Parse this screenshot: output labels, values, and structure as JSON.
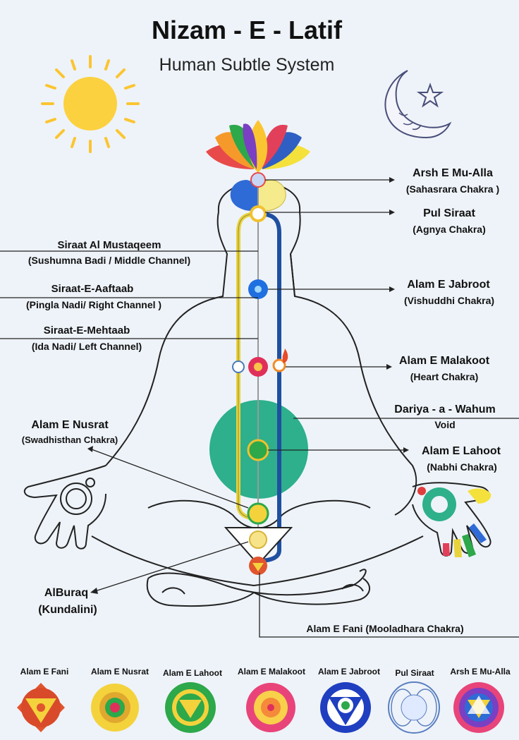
{
  "title": "Nizam - E - Latif",
  "subtitle": "Human Subtle System",
  "labels_right": {
    "arsh": {
      "name": "Arsh E Mu-Alla",
      "sub": "(Sahasrara Chakra )"
    },
    "pul": {
      "name": "Pul Siraat",
      "sub": "(Agnya Chakra)"
    },
    "jabroot": {
      "name": "Alam E Jabroot",
      "sub": "(Vishuddhi Chakra)"
    },
    "malakoot": {
      "name": "Alam E Malakoot",
      "sub": "(Heart Chakra)"
    },
    "dariya": {
      "name": "Dariya - a - Wahum",
      "sub": "Void"
    },
    "lahoot": {
      "name": "Alam E Lahoot",
      "sub": "(Nabhi Chakra)"
    },
    "fani": {
      "name": "Alam E Fani (Mooladhara Chakra)"
    }
  },
  "labels_left": {
    "siraat": {
      "name": "Siraat Al Mustaqeem",
      "sub": "(Sushumna Badi / Middle Channel)"
    },
    "aaftaab": {
      "name": "Siraat-E-Aaftaab",
      "sub": "(Pingla Nadi/ Right Channel )"
    },
    "mehtaab": {
      "name": "Siraat-E-Mehtaab",
      "sub": "(Ida Nadi/ Left Channel)"
    },
    "nusrat": {
      "name": "Alam E Nusrat",
      "sub": "(Swadhisthan Chakra)"
    },
    "buraq": {
      "name": "AlBuraq",
      "sub": "(Kundalini)"
    }
  },
  "bottom_row": [
    {
      "label": "Alam E Fani"
    },
    {
      "label": "Alam E Nusrat"
    },
    {
      "label": "Alam E Lahoot"
    },
    {
      "label": "Alam E Malakoot"
    },
    {
      "label": "Alam E Jabroot"
    },
    {
      "label": "Pul Siraat"
    },
    {
      "label": "Arsh E Mu-Alla"
    }
  ],
  "colors": {
    "background": "#eef3f9",
    "left_channel": "#e8d33c",
    "right_channel": "#1f4fa0",
    "void": "#2eb08a",
    "sun": "#fbd03c"
  },
  "icons": [
    "sun-icon",
    "crescent-moon-icon",
    "star-icon",
    "lotus-icon"
  ]
}
